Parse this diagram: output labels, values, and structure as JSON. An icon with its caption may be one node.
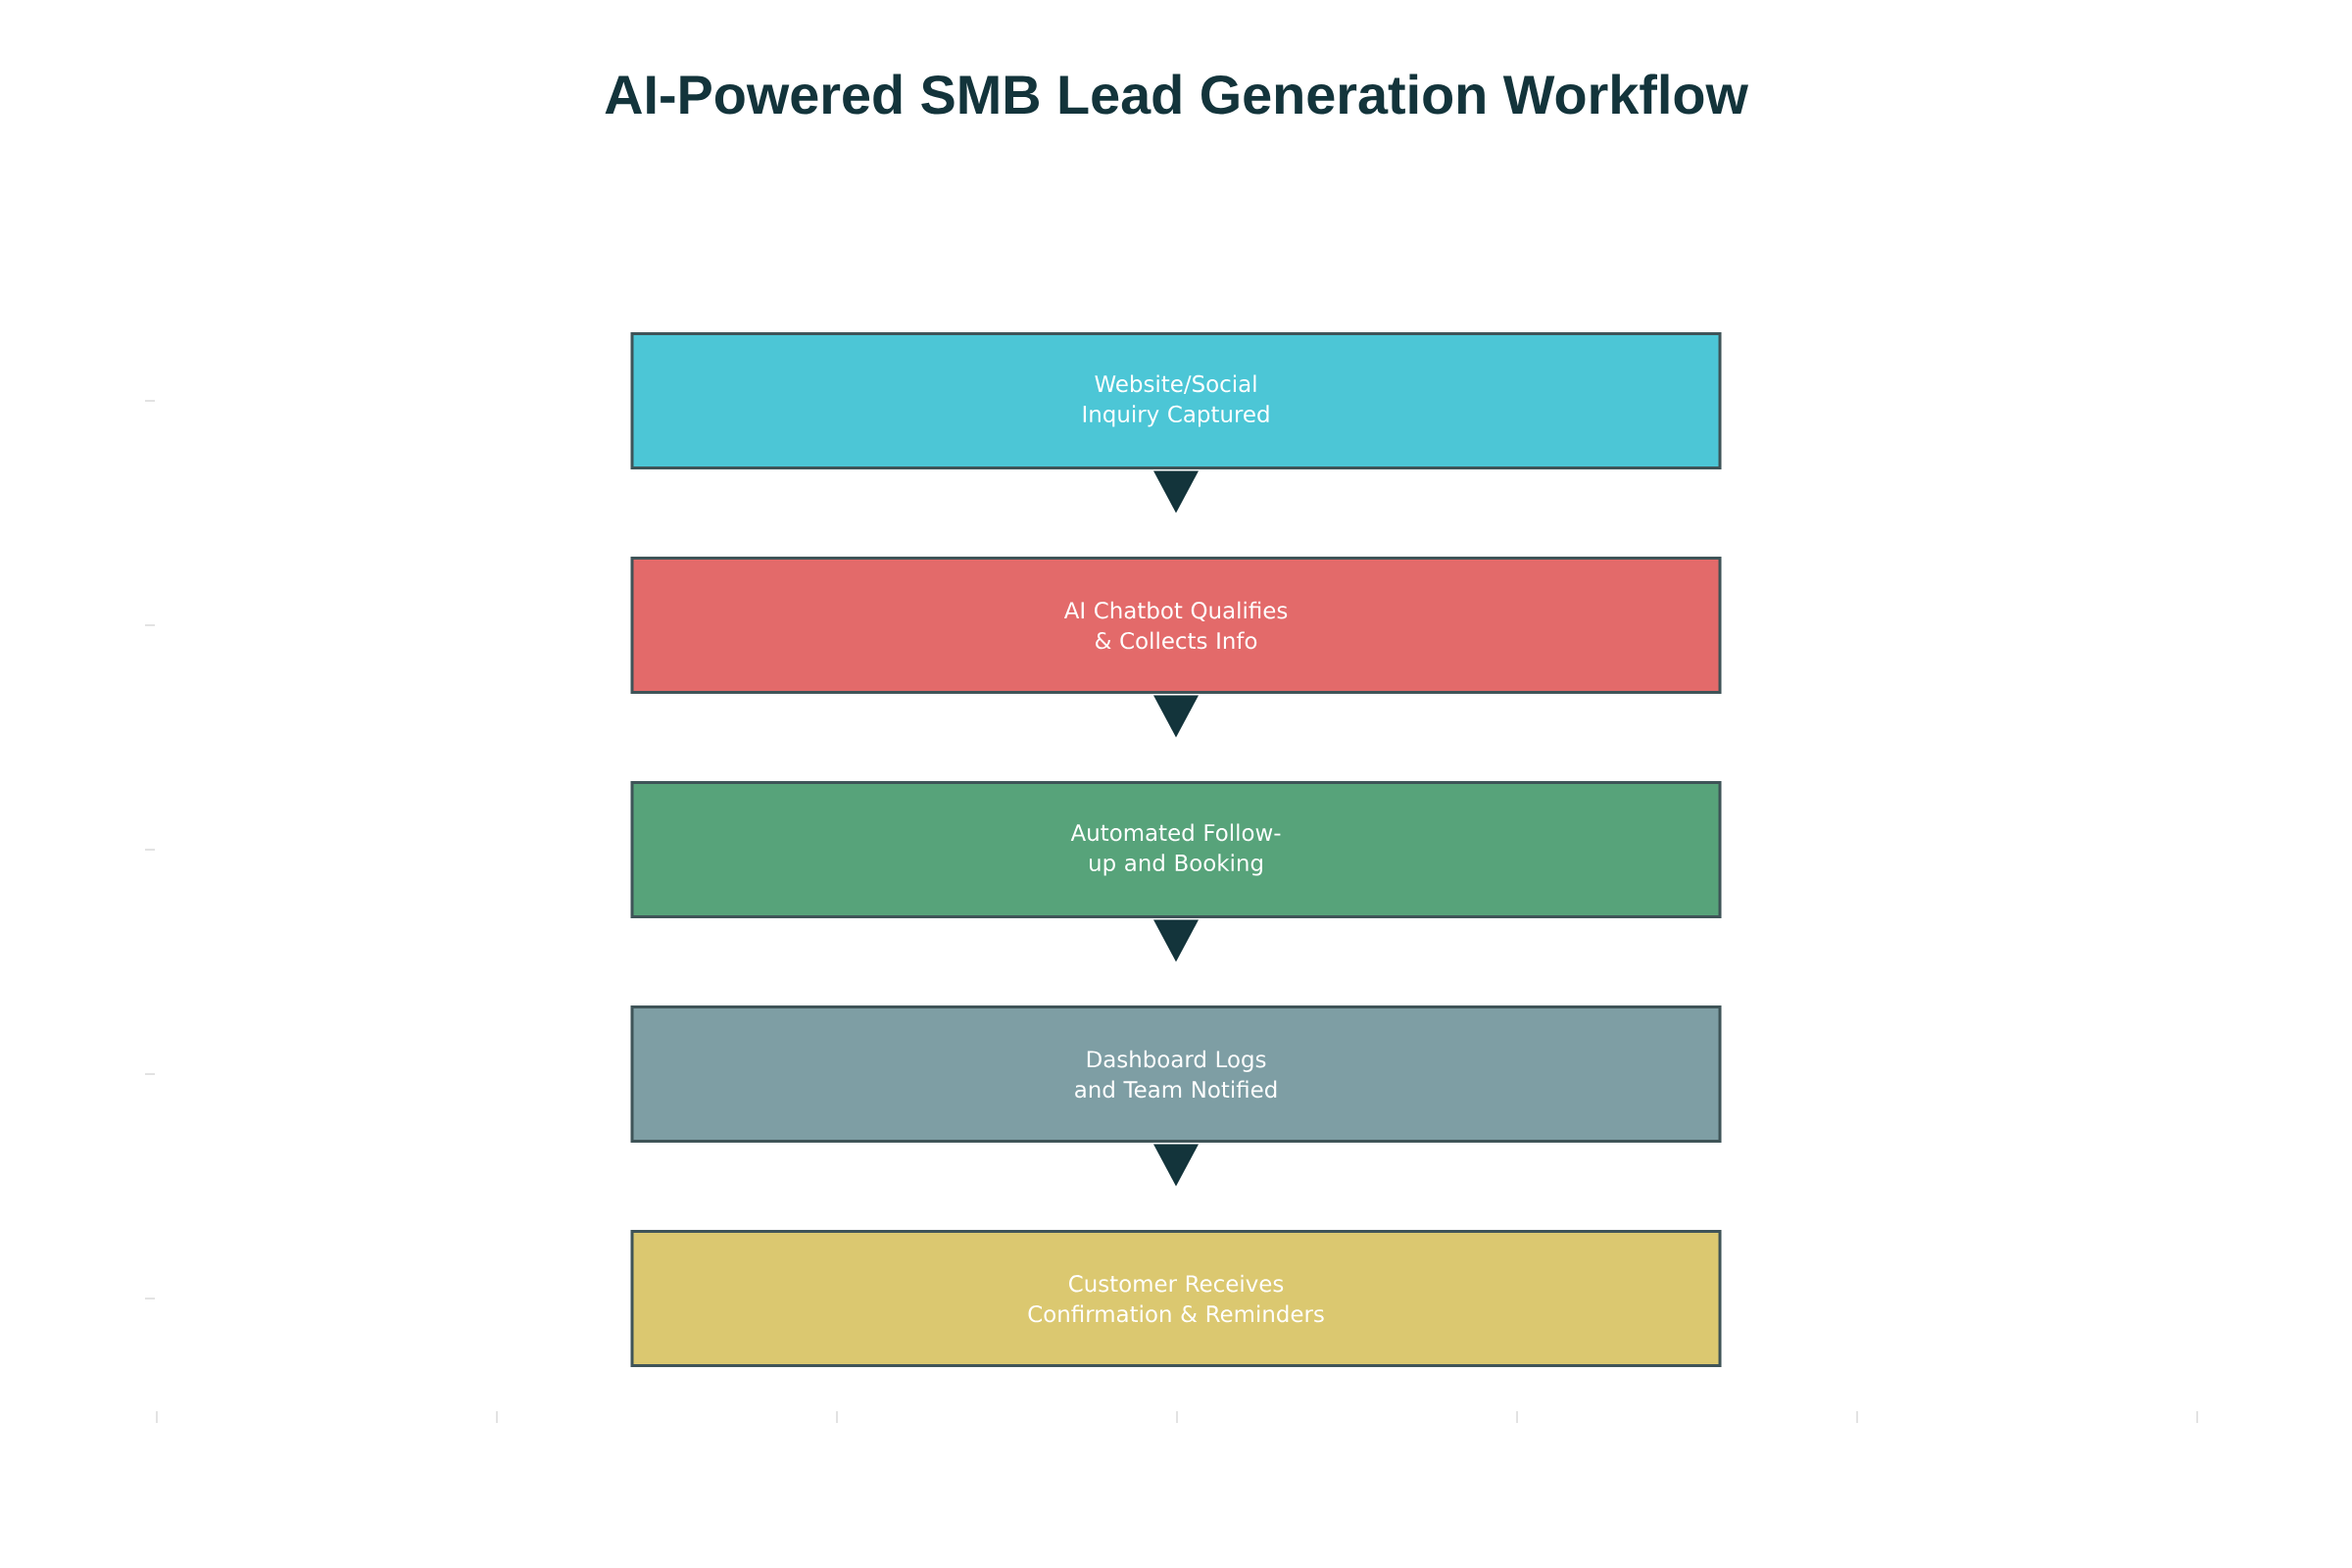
{
  "diagram": {
    "title": "AI-Powered SMB Lead Generation Workflow",
    "nodes": [
      {
        "text": [
          "Website/Social Inquiry Captured"
        ]
      },
      {
        "text": [
          "AI Chatbot Qualifies & Collects Info"
        ]
      },
      {
        "text": [
          "Automated Follow-up and Booking"
        ]
      },
      {
        "text": [
          "Dashboard Logs and Team Notified"
        ]
      },
      {
        "text": [
          "Customer Receives Confirmation & Reminders"
        ]
      }
    ],
    "edges": [
      {
        "from": 0,
        "to": 1,
        "arrow": "to"
      },
      {
        "from": 1,
        "to": 2,
        "arrow": "to"
      },
      {
        "from": 2,
        "to": 3,
        "arrow": "to"
      },
      {
        "from": 3,
        "to": 4,
        "arrow": "to"
      }
    ]
  }
}
